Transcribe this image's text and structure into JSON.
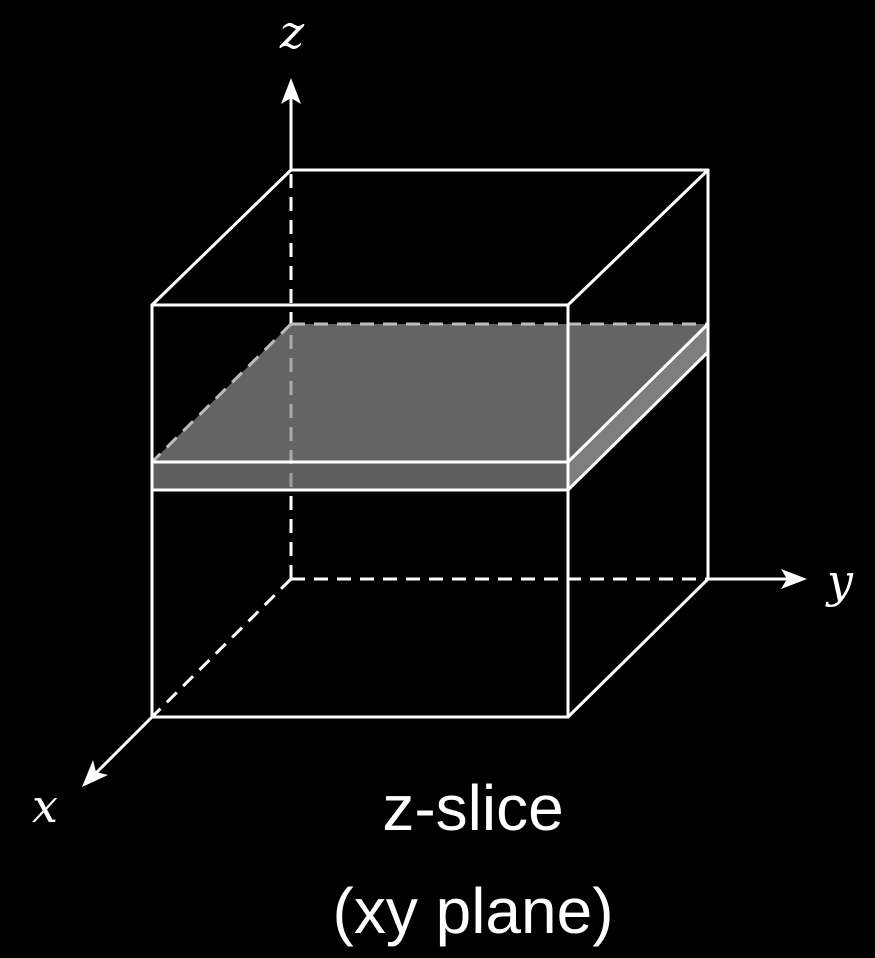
{
  "axes": {
    "x_label": "x",
    "y_label": "y",
    "z_label": "z"
  },
  "caption": {
    "line1": "z-slice",
    "line2": "(xy plane)"
  },
  "colors": {
    "background": "#000000",
    "lines": "#ffffff",
    "slice_fill": "#6b6b6b",
    "slice_edge": "#9a9a9a"
  }
}
